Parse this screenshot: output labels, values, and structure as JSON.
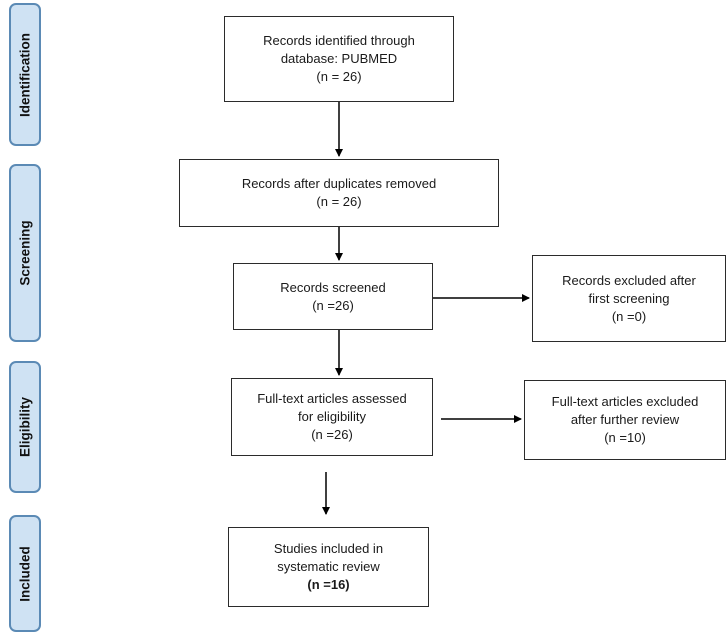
{
  "phases": {
    "identification": "Identification",
    "screening": "Screening",
    "eligibility": "Eligibility",
    "included": "Included"
  },
  "boxes": {
    "identified": {
      "line1": "Records identified through",
      "line2": "database: PUBMED",
      "line3": "(n = 26)"
    },
    "duplicates": {
      "line1": "Records after duplicates removed",
      "line2": "(n = 26)"
    },
    "screened": {
      "line1": "Records screened",
      "line2": "(n =26)"
    },
    "excluded_screening": {
      "line1": "Records excluded after",
      "line2": "first screening",
      "line3": "(n =0)"
    },
    "fulltext": {
      "line1": "Full-text articles assessed",
      "line2": "for eligibility",
      "line3": "(n =26)"
    },
    "excluded_review": {
      "line1": "Full-text articles excluded",
      "line2": "after further review",
      "line3": "(n =10)"
    },
    "included": {
      "line1": "Studies included in",
      "line2": "systematic review",
      "line3": "(n =16)"
    }
  },
  "colors": {
    "phase_fill": "#cfe2f3",
    "phase_border": "#5b8ab5",
    "line": "#000000"
  }
}
